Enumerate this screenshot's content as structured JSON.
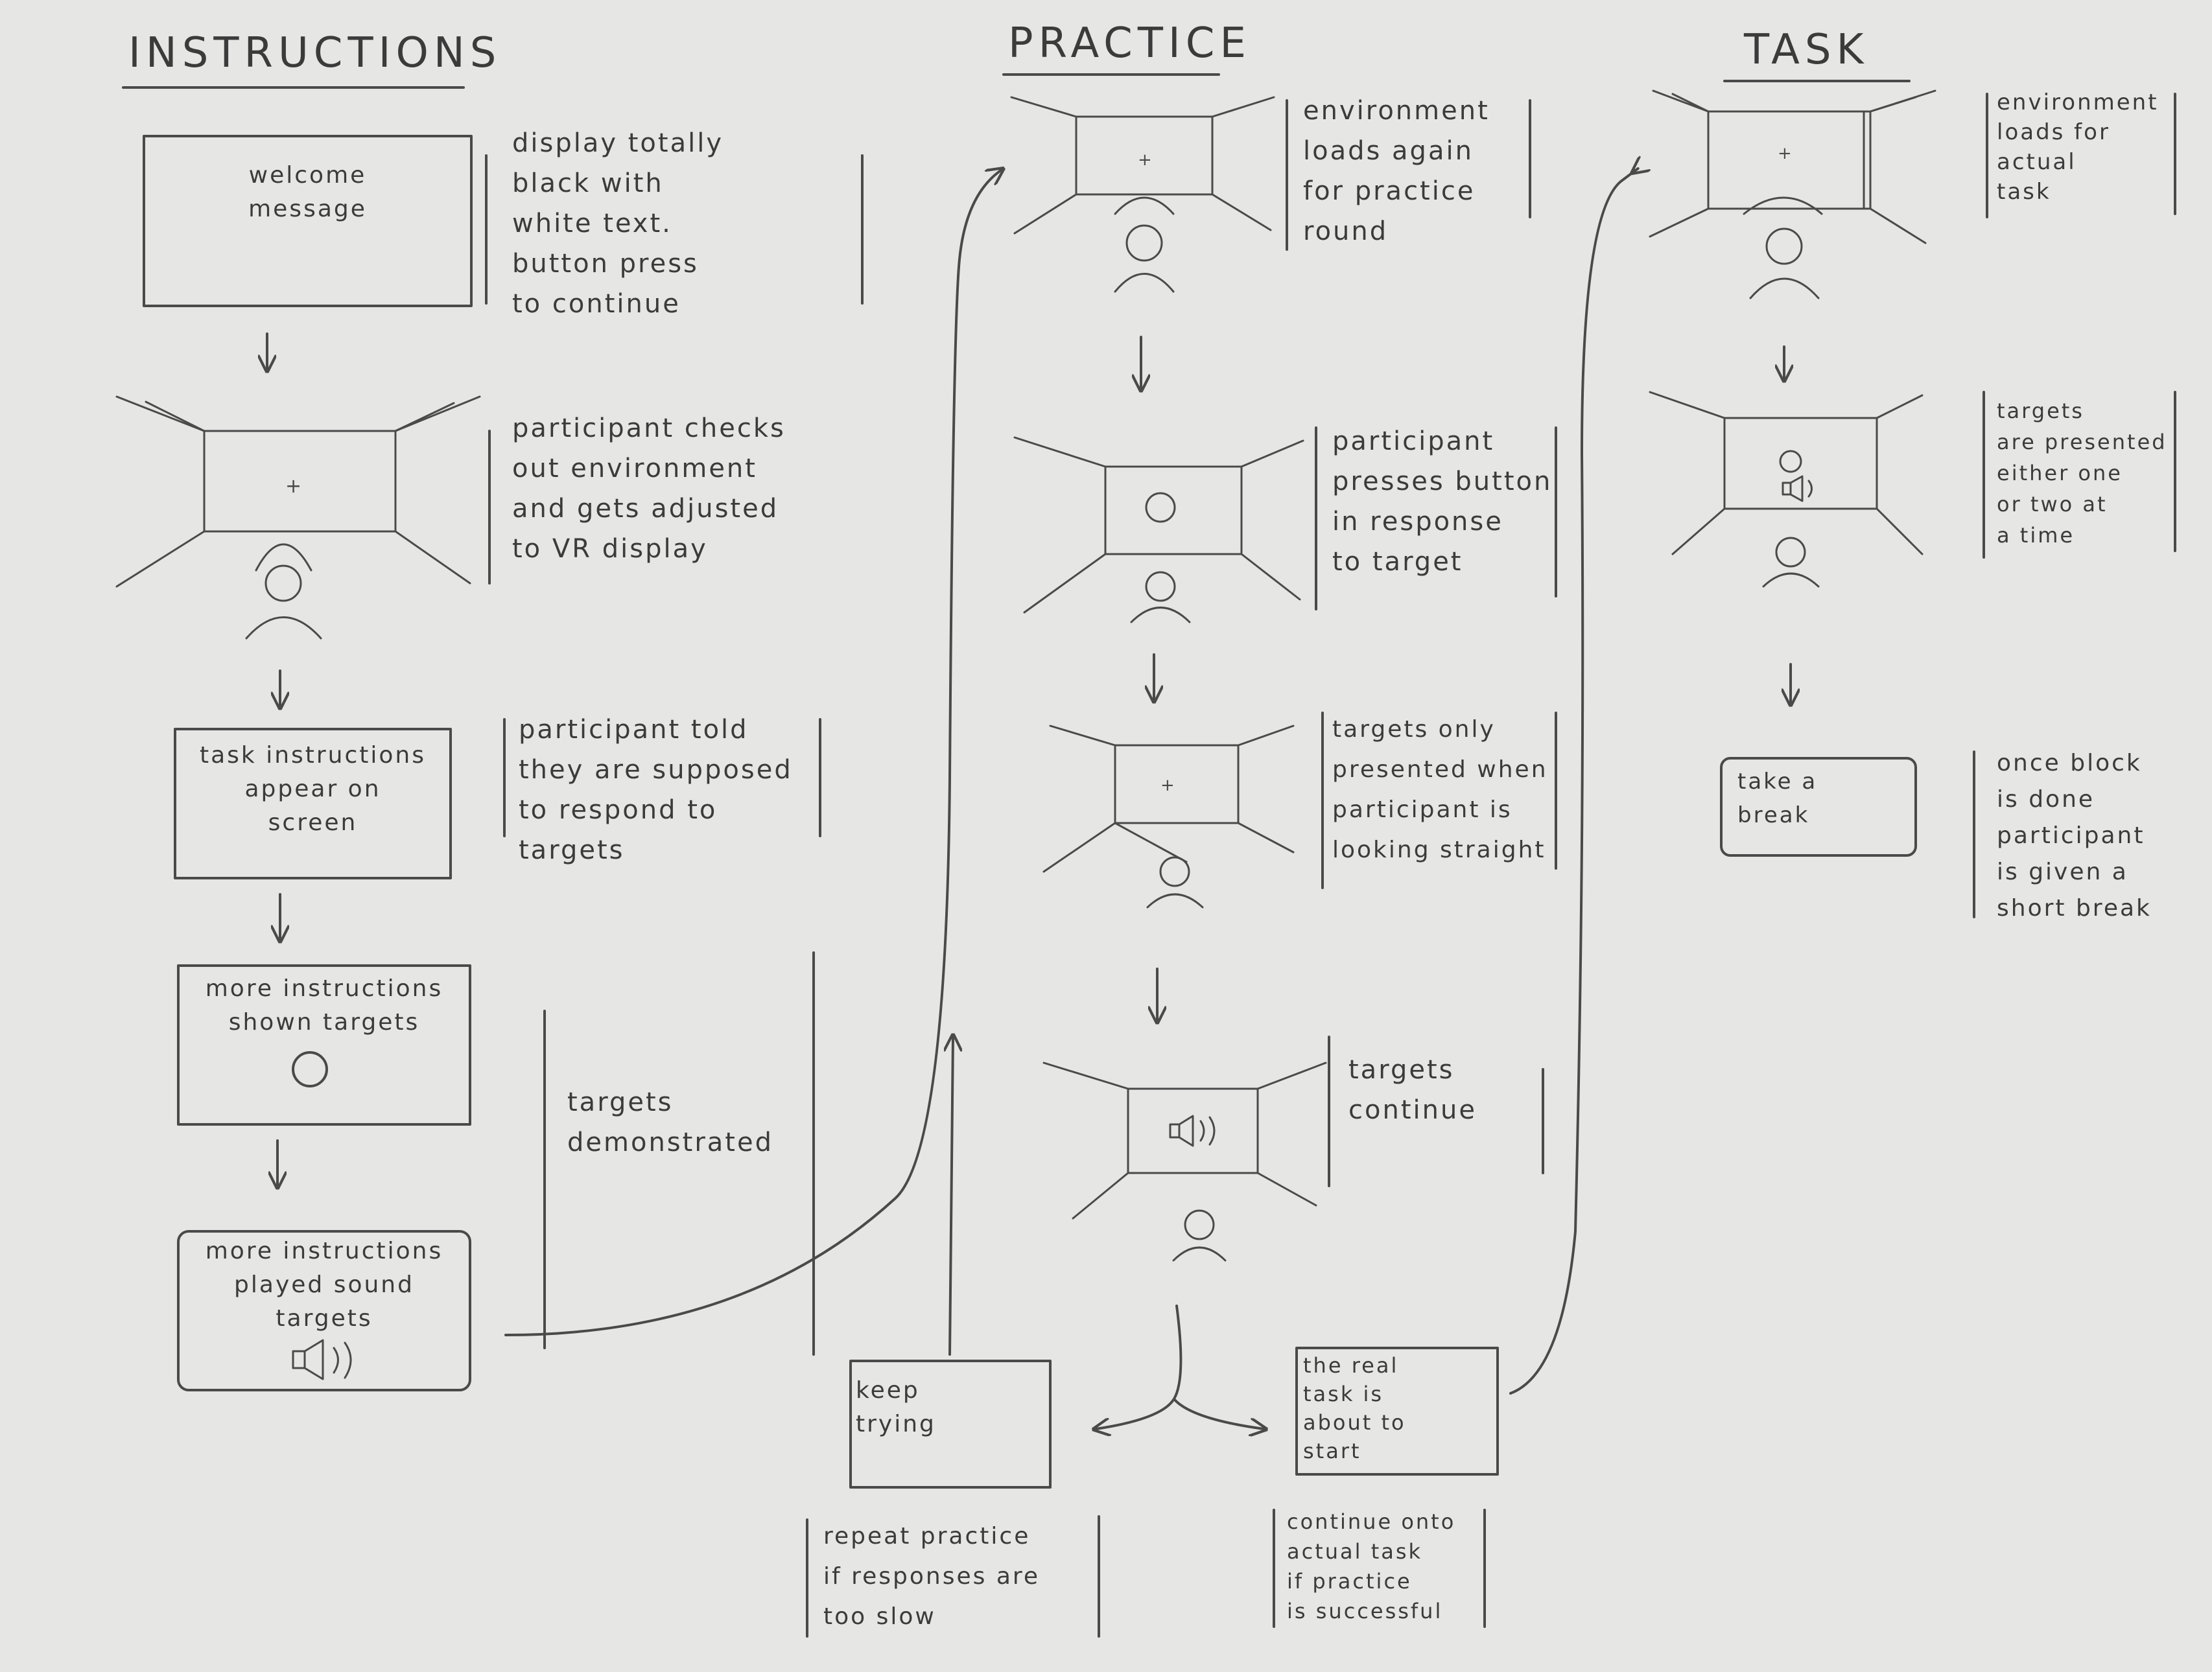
{
  "headings": {
    "instructions": "INSTRUCTIONS",
    "practice": "PRACTICE",
    "task": "TASK"
  },
  "instructions": {
    "welcome_box": "welcome\nmessage",
    "welcome_note": "display totally\nblack with\nwhite text.\nbutton press\nto continue",
    "environment_note": "participant checks\nout environment\nand gets adjusted\nto VR display",
    "task_box": "task instructions\nappear on\nscreen",
    "task_note": "participant told\nthey are supposed\nto respond to\ntargets",
    "targets_box": "more instructions\nshown targets",
    "sound_box": "more instructions\nplayed sound\ntargets",
    "demonstrated_note": "targets\ndemonstrated"
  },
  "practice": {
    "loads_note": "environment\nloads again\nfor practice\nround",
    "press_note": "participant\npresses button\nin response\nto target",
    "straight_note": "targets only\npresented when\nparticipant is\nlooking straight",
    "continue_note": "targets\ncontinue",
    "keep_trying_box": "keep\ntrying",
    "real_task_box": "the real\ntask is\nabout to\nstart",
    "repeat_note": "repeat practice\nif responses are\ntoo slow",
    "continue_onto_note": "continue onto\nactual task\nif practice\nis successful"
  },
  "task": {
    "loads_note": "environment\nloads for\nactual\ntask",
    "presented_note": "targets\nare presented\neither one\nor two at\na time",
    "break_box": "take a\nbreak",
    "break_note": "once block\nis done\nparticipant\nis given a\nshort break"
  },
  "icons": {
    "crosshair": "+",
    "speaker": "speaker-icon",
    "target": "circle-target-icon",
    "participant": "participant-head-icon"
  },
  "colors": {
    "paper": "#e6e6e4",
    "pencil": "#4a4a4a"
  }
}
